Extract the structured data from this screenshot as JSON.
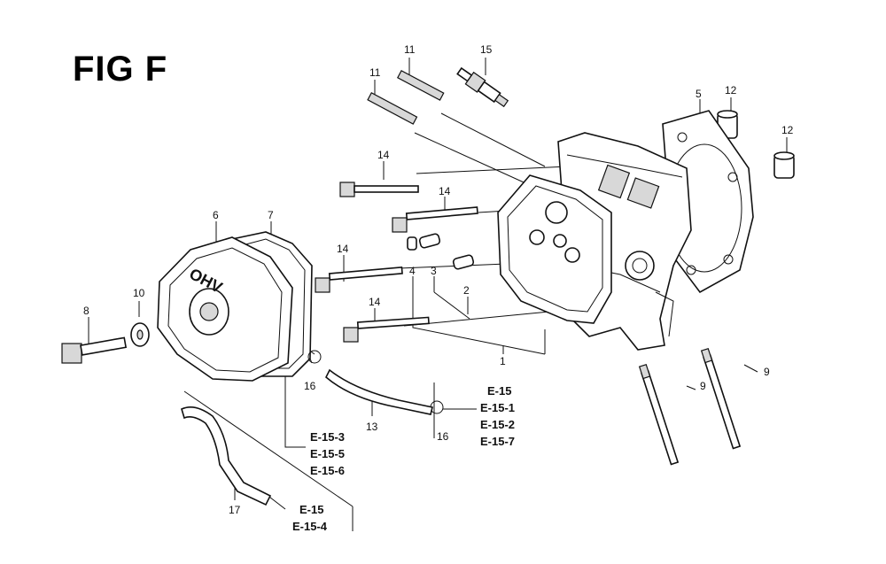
{
  "figure": {
    "title": "FIG F"
  },
  "cover_lettering": "OHV",
  "callouts": [
    {
      "id": "c11a",
      "text": "11"
    },
    {
      "id": "c15",
      "text": "15"
    },
    {
      "id": "c11b",
      "text": "11"
    },
    {
      "id": "c5",
      "text": "5"
    },
    {
      "id": "c12a",
      "text": "12"
    },
    {
      "id": "c12b",
      "text": "12"
    },
    {
      "id": "c14a",
      "text": "14"
    },
    {
      "id": "c14b",
      "text": "14"
    },
    {
      "id": "c14c",
      "text": "14"
    },
    {
      "id": "c14d",
      "text": "14"
    },
    {
      "id": "c6",
      "text": "6"
    },
    {
      "id": "c7",
      "text": "7"
    },
    {
      "id": "c4",
      "text": "4"
    },
    {
      "id": "c3",
      "text": "3"
    },
    {
      "id": "c2",
      "text": "2"
    },
    {
      "id": "c1",
      "text": "1"
    },
    {
      "id": "c8",
      "text": "8"
    },
    {
      "id": "c10",
      "text": "10"
    },
    {
      "id": "c16a",
      "text": "16"
    },
    {
      "id": "c16b",
      "text": "16"
    },
    {
      "id": "c13",
      "text": "13"
    },
    {
      "id": "c17",
      "text": "17"
    },
    {
      "id": "c9a",
      "text": "9"
    },
    {
      "id": "c9b",
      "text": "9"
    }
  ],
  "references": {
    "group_a": [
      "E-15",
      "E-15-1",
      "E-15-2",
      "E-15-7"
    ],
    "group_b": [
      "E-15-3",
      "E-15-5",
      "E-15-6"
    ],
    "group_c": [
      "E-15",
      "E-15-4"
    ]
  }
}
